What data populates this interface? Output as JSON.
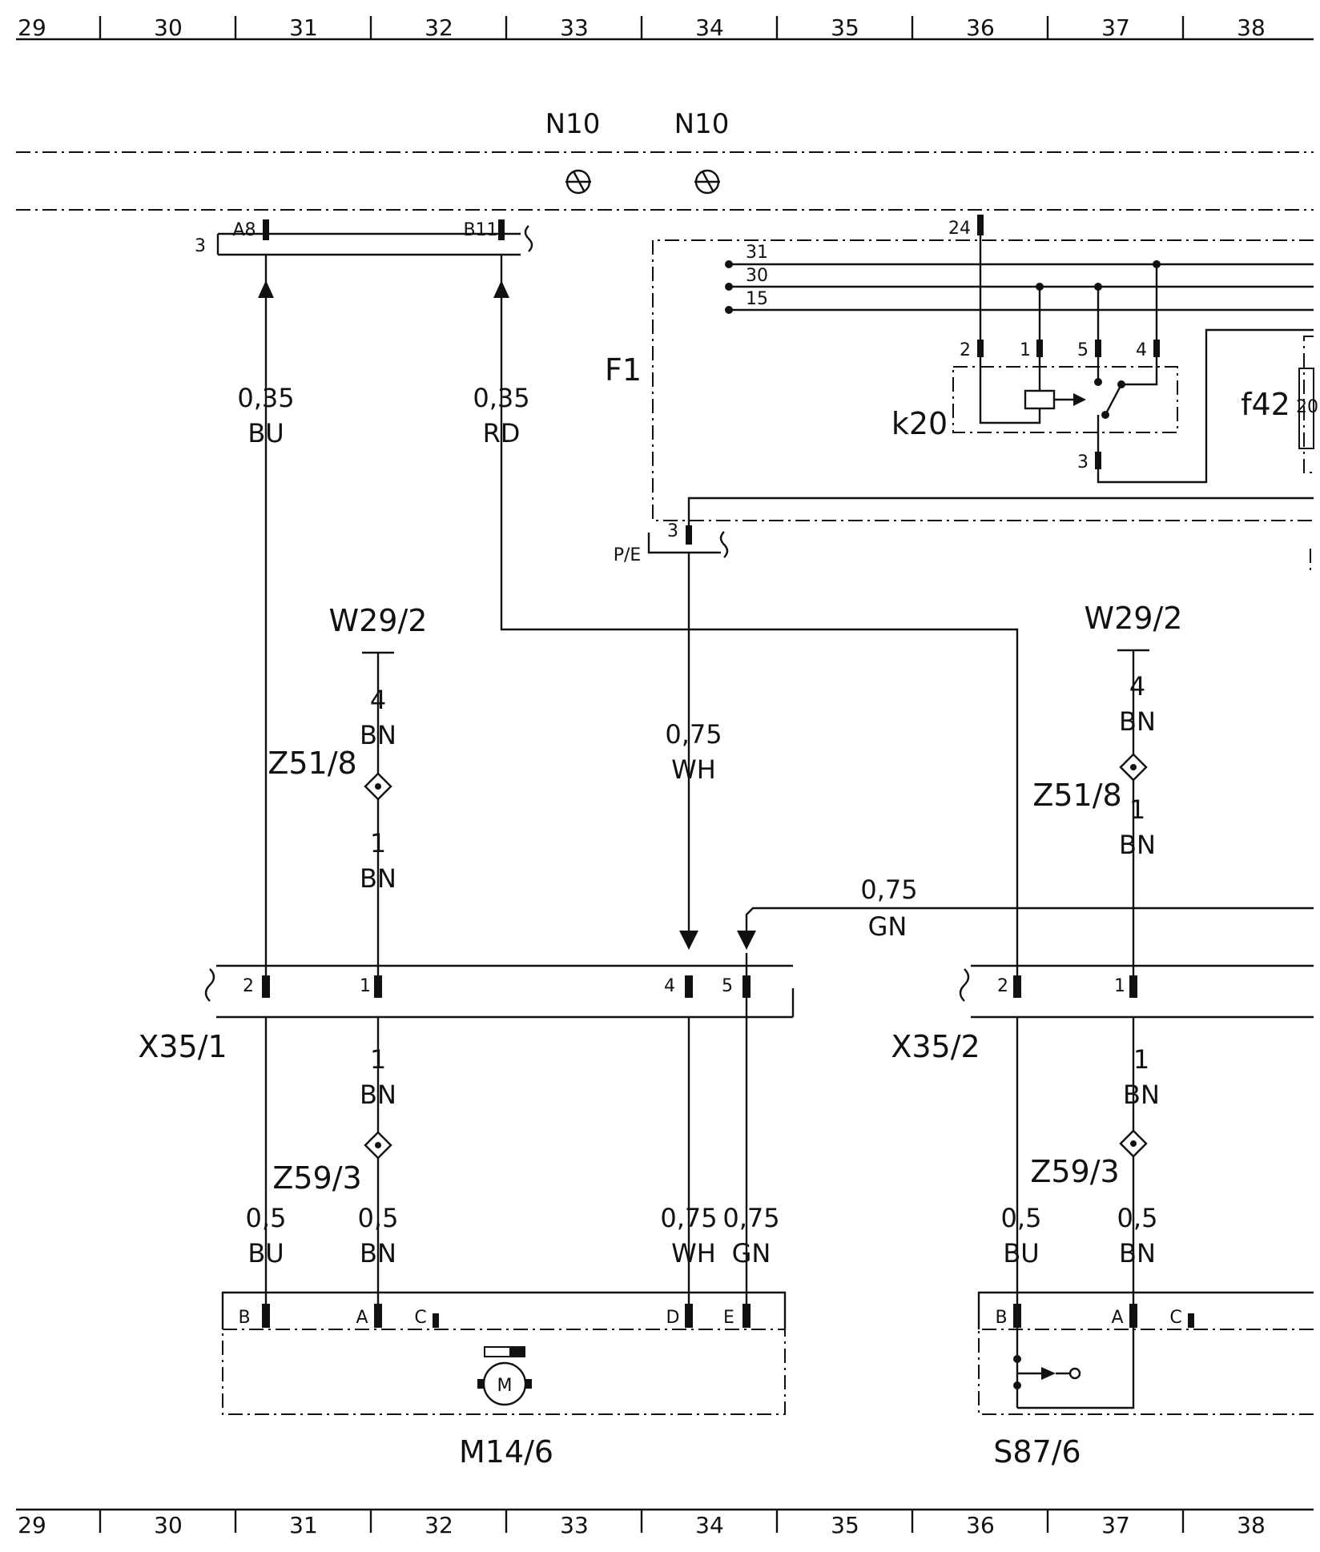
{
  "ruler": {
    "columns": [
      "29",
      "30",
      "31",
      "32",
      "33",
      "34",
      "35",
      "36",
      "37",
      "38"
    ]
  },
  "grounds": [
    {
      "label": "N10"
    },
    {
      "label": "N10"
    }
  ],
  "labels": {
    "plug_three": "3",
    "pin_a8": "A8",
    "pin_b11": "B11",
    "f1": "F1",
    "k20": "k20",
    "f42": "f42",
    "f42_inner": "20",
    "pe": "P/E",
    "pe_pin": "3",
    "pin_24": "24",
    "bus_31": "31",
    "bus_30": "30",
    "bus_15": "15",
    "k20_pin_2": "2",
    "k20_pin_1": "1",
    "k20_pin_5": "5",
    "k20_pin_4": "4",
    "k20_pin_3": "3",
    "x35_1": "X35/1",
    "x35_2": "X35/2",
    "w29_left": "W29/2",
    "w29_right": "W29/2",
    "z51_left": "Z51/8",
    "z51_right": "Z51/8",
    "z59_left": "Z59/3",
    "z59_right": "Z59/3",
    "m14": "M14/6",
    "s87": "S87/6",
    "motor_symbol": "M"
  },
  "wires": [
    {
      "size": "0,35",
      "color": "BU"
    },
    {
      "size": "0,35",
      "color": "RD"
    },
    {
      "size": "4",
      "color": "BN"
    },
    {
      "size": "1",
      "color": "BN"
    },
    {
      "size": "0,75",
      "color": "WH"
    },
    {
      "size": "4",
      "color": "BN"
    },
    {
      "size": "1",
      "color": "BN"
    },
    {
      "size": "0,75",
      "color": "GN"
    },
    {
      "size": "1",
      "color": "BN"
    },
    {
      "size": "1",
      "color": "BN"
    },
    {
      "size": "0,5",
      "color": "BU"
    },
    {
      "size": "0,5",
      "color": "BN"
    },
    {
      "size": "0,75",
      "color": "WH"
    },
    {
      "size": "0,75",
      "color": "GN"
    },
    {
      "size": "0,5",
      "color": "BU"
    },
    {
      "size": "0,5",
      "color": "BN"
    }
  ],
  "x35_1_pins": [
    "2",
    "1",
    "4",
    "5"
  ],
  "x35_2_pins": [
    "2",
    "1"
  ],
  "m14_pins": [
    "B",
    "A",
    "C",
    "D",
    "E"
  ],
  "s87_pins": [
    "B",
    "A",
    "C"
  ]
}
